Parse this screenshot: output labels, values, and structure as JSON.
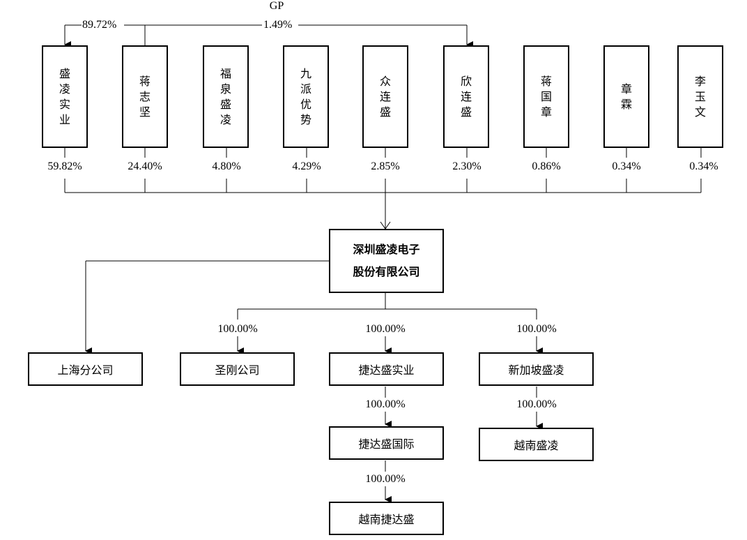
{
  "gp_label": "GP",
  "gp_links": {
    "left_pct": "89.72%",
    "right_pct": "1.49%"
  },
  "shareholders": [
    {
      "name": "盛凌实业",
      "pct": "59.82%"
    },
    {
      "name": "蒋志坚",
      "pct": "24.40%"
    },
    {
      "name": "福泉盛凌",
      "pct": "4.80%"
    },
    {
      "name": "九派优势",
      "pct": "4.29%"
    },
    {
      "name": "众连盛",
      "pct": "2.85%"
    },
    {
      "name": "欣连盛",
      "pct": "2.30%"
    },
    {
      "name": "蒋国章",
      "pct": "0.86%"
    },
    {
      "name": "章霖",
      "pct": "0.34%"
    },
    {
      "name": "李玉文",
      "pct": "0.34%"
    }
  ],
  "company": {
    "line1": "深圳盛凌电子",
    "line2": "股份有限公司"
  },
  "branch": {
    "name": "上海分公司"
  },
  "subsidiaries": [
    {
      "name": "圣刚公司",
      "pct": "100.00%"
    },
    {
      "name": "捷达盛实业",
      "pct": "100.00%"
    },
    {
      "name": "新加坡盛凌",
      "pct": "100.00%"
    }
  ],
  "second_level": [
    {
      "name": "捷达盛国际",
      "pct": "100.00%"
    },
    {
      "name": "越南盛凌",
      "pct": "100.00%"
    }
  ],
  "third_level": [
    {
      "name": "越南捷达盛",
      "pct": "100.00%"
    }
  ]
}
